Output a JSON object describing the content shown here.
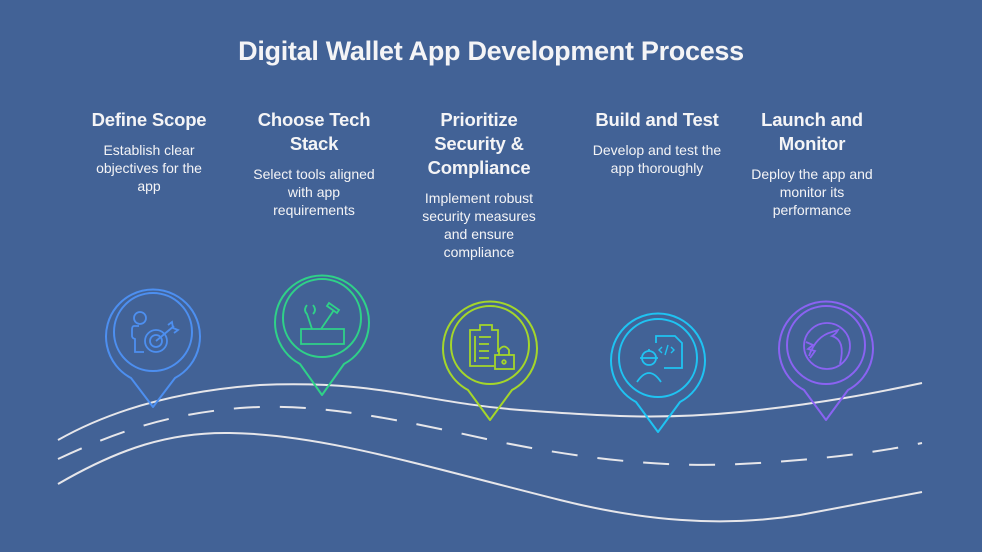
{
  "title": "Digital Wallet App Development Process",
  "steps": [
    {
      "title": "Define Scope",
      "description": "Establish clear objectives for the app",
      "icon": "person-target-icon",
      "color": "#4d8ff0"
    },
    {
      "title": "Choose Tech Stack",
      "description": "Select tools aligned with app requirements",
      "icon": "toolbox-icon",
      "color": "#2fd188"
    },
    {
      "title": "Prioritize Security & Compliance",
      "description": "Implement robust security measures and ensure compliance",
      "icon": "clipboard-lock-icon",
      "color": "#a4d62a"
    },
    {
      "title": "Build and Test",
      "description": "Develop and test the app thoroughly",
      "icon": "developer-code-icon",
      "color": "#1fc3f2"
    },
    {
      "title": "Launch and Monitor",
      "description": "Deploy the app and monitor its performance",
      "icon": "launch-monitor-icon",
      "color": "#8a63f2"
    }
  ],
  "colors": {
    "background": "#426296",
    "text": "#f4f4f6",
    "road": "#e6e6ea"
  }
}
